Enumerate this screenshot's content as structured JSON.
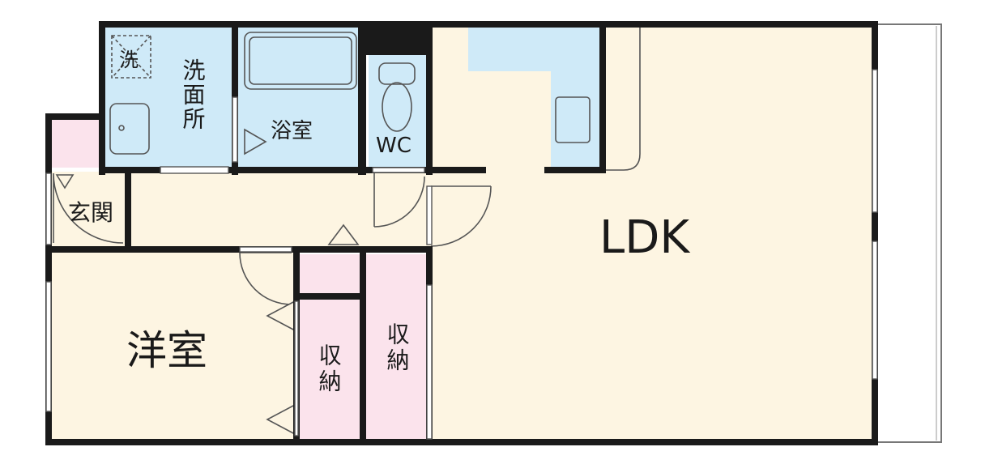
{
  "rooms": {
    "ldk": "LDK",
    "western": "洋室",
    "bath": "浴室",
    "wc": "WC",
    "washroom": "洗面所",
    "entrance": "玄関",
    "storage1": "収納",
    "storage2": "収納",
    "washer": "洗"
  },
  "colors": {
    "ldk": "#fdf5e2",
    "wet": "#cfeaf8",
    "storage": "#fbe3ec",
    "wall": "#1a1a1a"
  }
}
